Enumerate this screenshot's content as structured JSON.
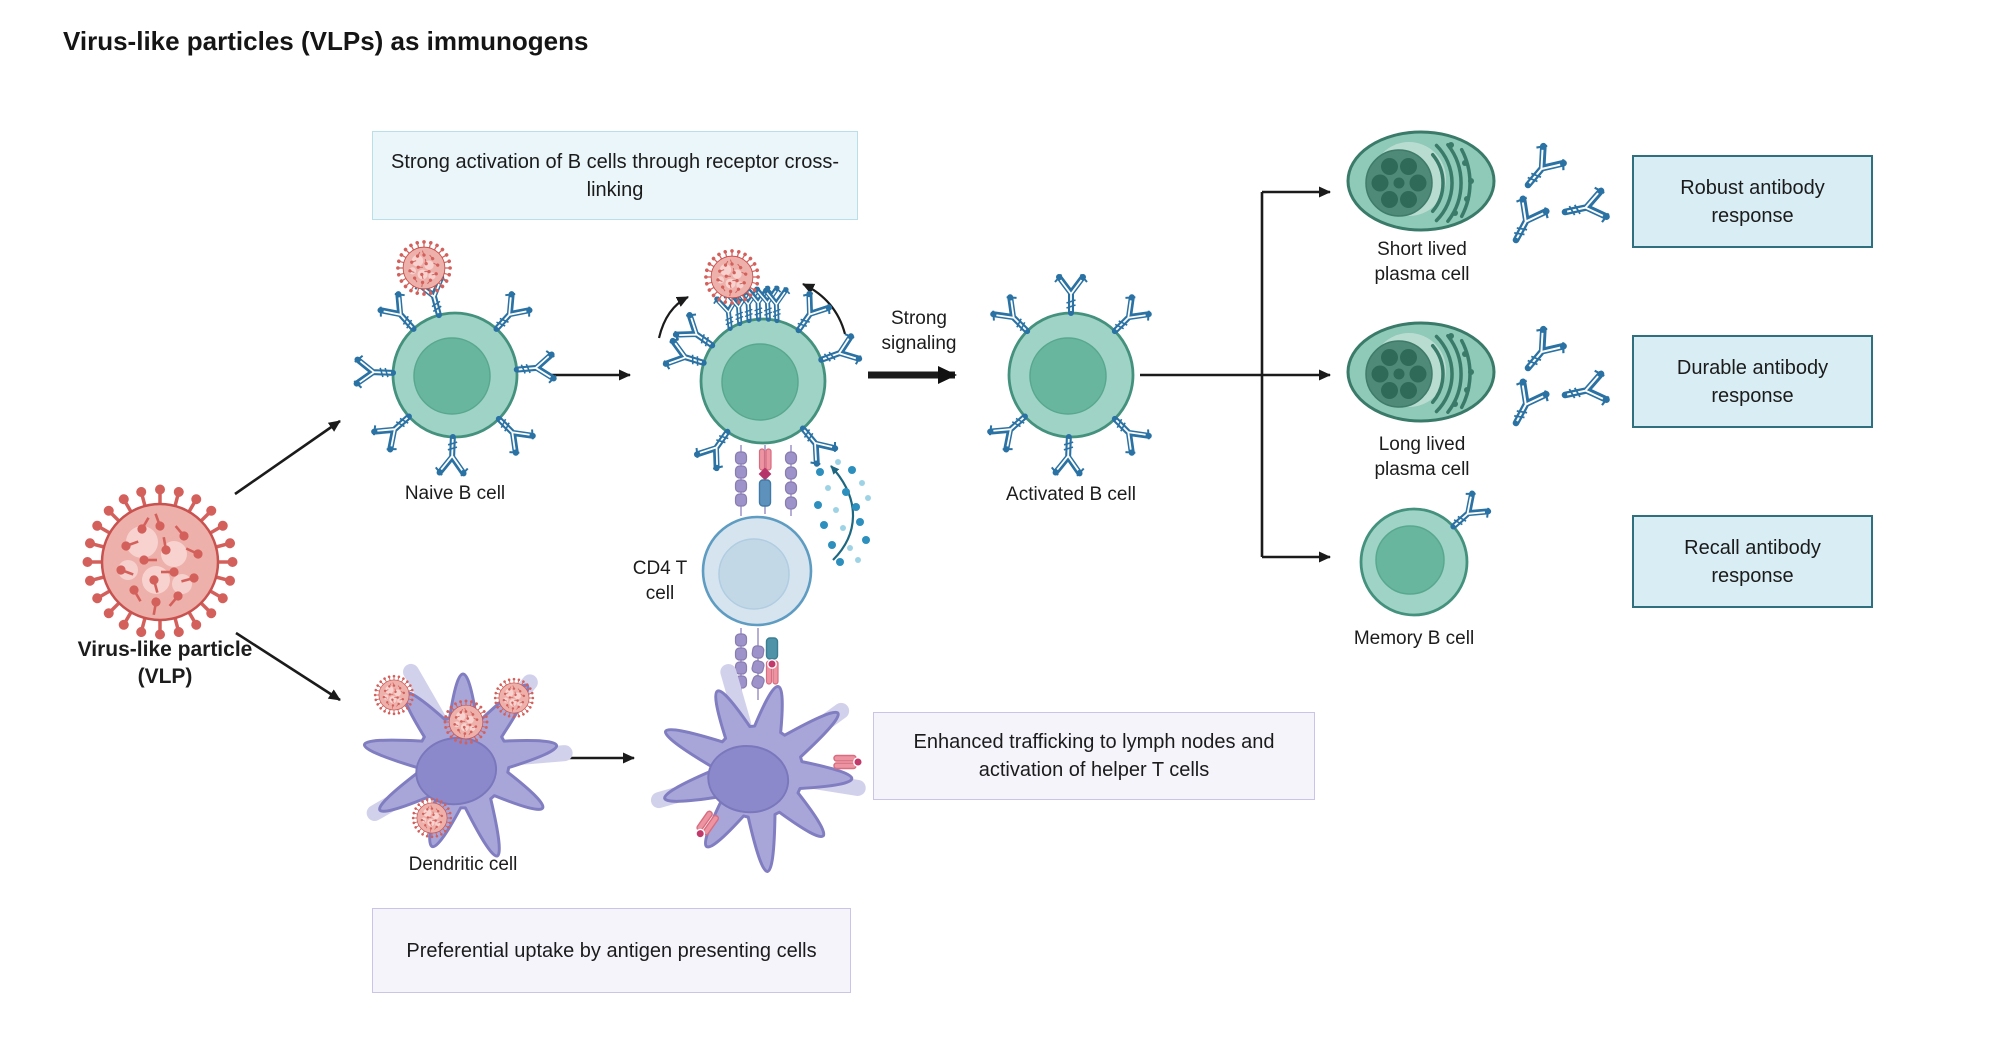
{
  "title": "Virus-like particles (VLPs) as immunogens",
  "cells": {
    "vlp": "Virus-like particle (VLP)",
    "naive_b": "Naive B cell",
    "cd4_t": "CD4 T cell",
    "activated_b": "Activated B cell",
    "short_lived_plasma": "Short lived plasma cell",
    "long_lived_plasma": "Long lived plasma cell",
    "memory_b": "Memory B cell",
    "dendritic": "Dendritic cell"
  },
  "annotations": {
    "strong_signaling": "Strong signaling",
    "b_cell_activation": "Strong activation of B cells through receptor cross-linking",
    "robust_response": "Robust antibody response",
    "durable_response": "Durable antibody response",
    "recall_response": "Recall antibody response",
    "lymph_trafficking": "Enhanced trafficking to lymph nodes and activation of helper T cells",
    "apc_uptake": "Preferential uptake by antigen presenting cells"
  },
  "colors": {
    "b_cell_fill": "#9fd3c5",
    "b_cell_stroke": "#44917e",
    "plasma_fill": "#8fc9b7",
    "plasma_nucleus": "#4f8a79",
    "t_cell_fill": "#d6e4ef",
    "t_cell_stroke": "#5e9cc2",
    "dendritic_fill": "#a8a6d9",
    "dendritic_stroke": "#817dc1",
    "vlp_fill": "#eeb0aa",
    "vlp_stroke": "#c8524f",
    "antibody_blue": "#2a72a3",
    "blue_box_bg": "#eaf6fa",
    "blue_box_border": "#b9dfe9",
    "teal_box_bg": "#d9edf4",
    "teal_box_border": "#2f6f7e",
    "lavender_box_bg": "#f5f4fb",
    "lavender_box_border": "#c9c4e8",
    "arrow": "#1b1b1b",
    "cytokine_teal": "#1d6880"
  }
}
